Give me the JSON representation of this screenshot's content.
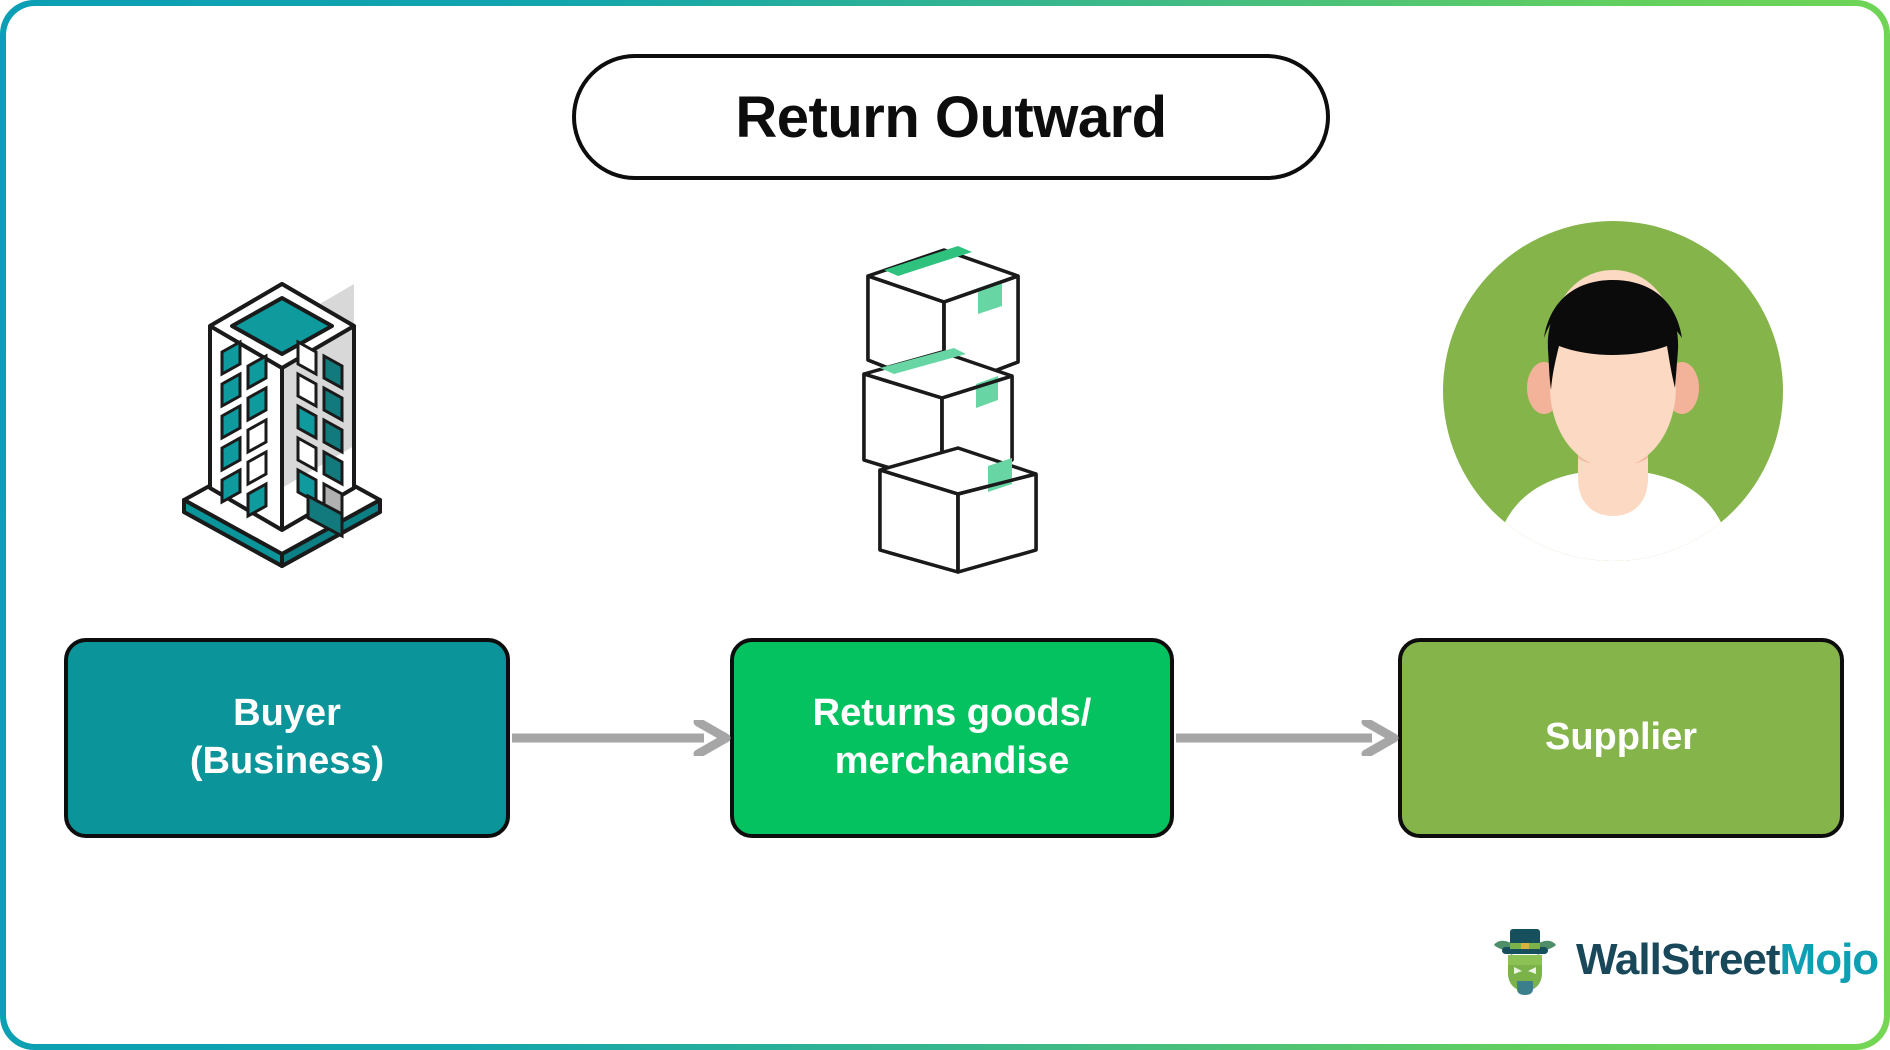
{
  "infographic": {
    "title": "Return Outward",
    "border_gradient_from": "#0a9fb4",
    "border_gradient_to": "#74d653",
    "background": "#ffffff"
  },
  "illustrations": [
    {
      "name": "office-building",
      "description": "Isometric office tower",
      "colors": {
        "facade": "#ffffff",
        "windows": "#0f9a9e",
        "shade": "#b0b0b0",
        "base": "#0b9499",
        "outline": "#1a1a1a"
      }
    },
    {
      "name": "stacked-boxes",
      "description": "Three stacked cardboard boxes with green tape",
      "colors": {
        "box": "#ffffff",
        "tape": "#5fd79a",
        "tape_dark": "#16b866",
        "outline": "#1a1a1a"
      }
    },
    {
      "name": "supplier-avatar",
      "description": "Person avatar on green circle",
      "colors": {
        "circle": "#85b44a",
        "skin": "#fbd9c2",
        "hair": "#0b0b0b",
        "shirt": "#ffffff"
      }
    }
  ],
  "flow": {
    "steps": [
      {
        "id": "buyer",
        "lines": [
          "Buyer",
          "(Business)"
        ],
        "color": "#0b9499",
        "text_color": "#ffffff"
      },
      {
        "id": "returns",
        "lines": [
          "Returns goods/",
          "merchandise"
        ],
        "color": "#04c25f",
        "text_color": "#ffffff"
      },
      {
        "id": "supplier",
        "lines": [
          "Supplier"
        ],
        "color": "#85b44a",
        "text_color": "#ffffff"
      }
    ],
    "arrows": [
      {
        "id": "buyer-to-returns",
        "from": "buyer",
        "to": "returns",
        "color": "#a6a6a6",
        "direction": "right"
      },
      {
        "id": "returns-to-supplier",
        "from": "returns",
        "to": "supplier",
        "color": "#a6a6a6",
        "direction": "right"
      }
    ]
  },
  "brand": {
    "word_primary": "WallStreet",
    "word_accent": "Mojo",
    "color_primary": "#18485a",
    "color_accent": "#0e9fb2"
  }
}
